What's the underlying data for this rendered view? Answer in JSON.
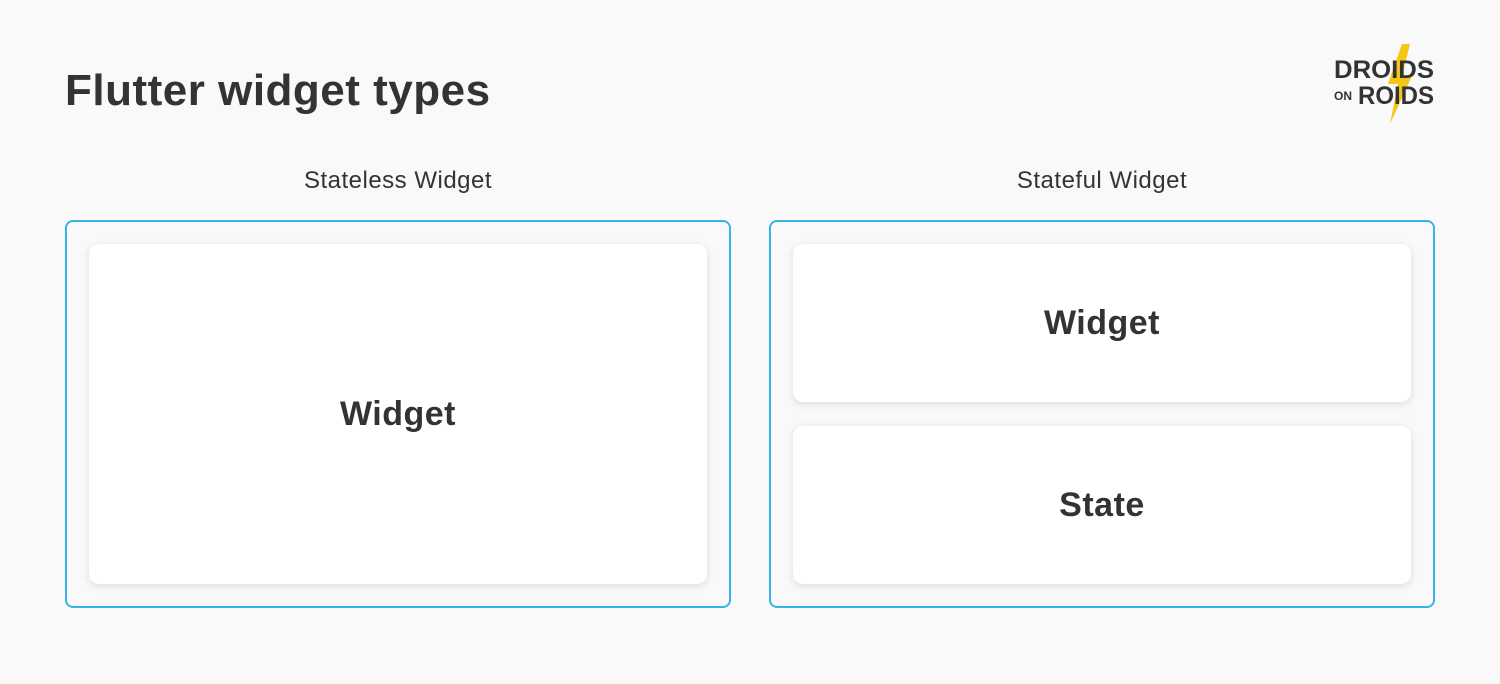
{
  "title": "Flutter widget types",
  "logo": {
    "line1": "DROIDS",
    "line2_left": "ON",
    "line2_right": "ROIDS",
    "accent_color": "#f5c518"
  },
  "frame_color": "#36b4e6",
  "columns": [
    {
      "label": "Stateless Widget",
      "cards": [
        "Widget"
      ]
    },
    {
      "label": "Stateful Widget",
      "cards": [
        "Widget",
        "State"
      ]
    }
  ]
}
